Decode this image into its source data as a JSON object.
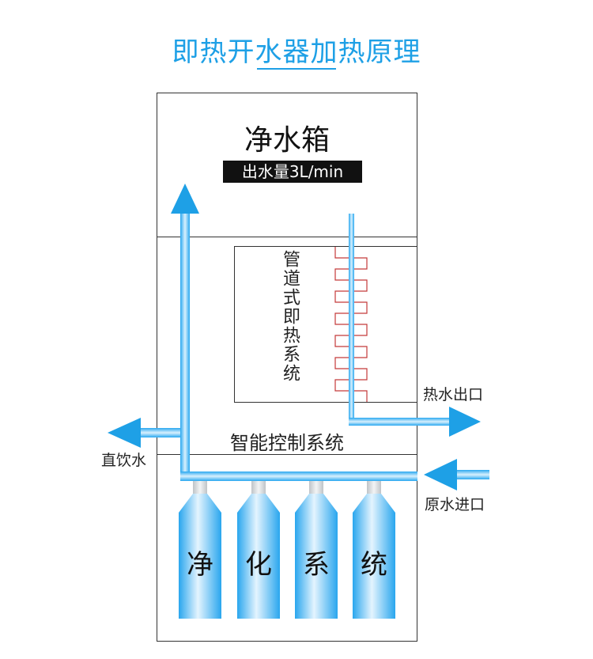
{
  "title": "即热开水器加热原理",
  "tank": {
    "title": "净水箱",
    "flow": "出水量3L/min"
  },
  "heating": {
    "label": "管道式即热系统"
  },
  "control": {
    "label": "智能控制系统"
  },
  "outlets": {
    "hot": "热水出口",
    "direct": "直饮水",
    "raw_inlet": "原水进口"
  },
  "filters": [
    "净",
    "化",
    "系",
    "统"
  ],
  "colors": {
    "accent": "#1ea0e6",
    "pipe": "#2aa8f0",
    "coil": "#c43a3a",
    "label_bg": "#111111"
  }
}
